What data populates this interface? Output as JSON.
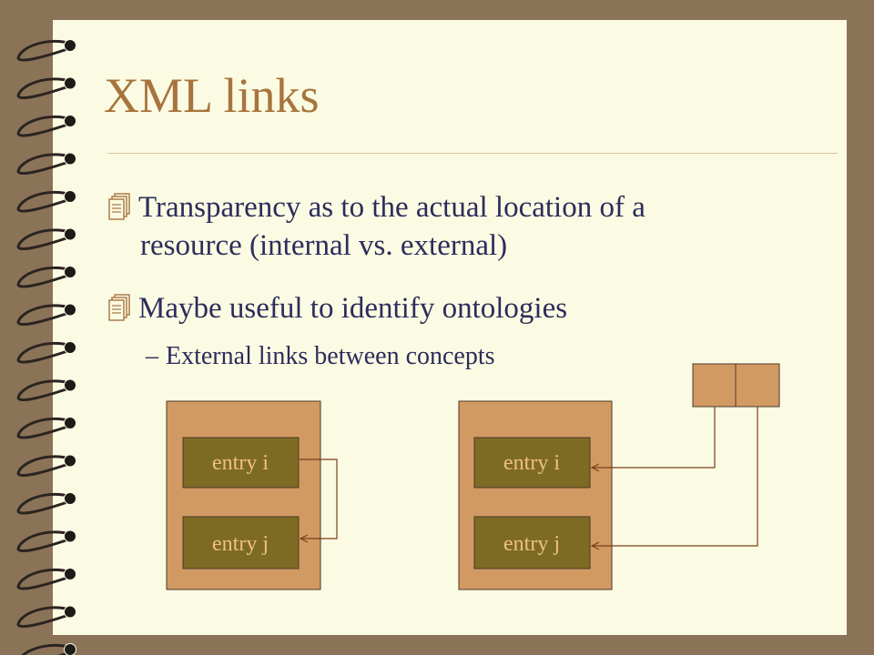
{
  "slide": {
    "title": "XML links",
    "bullets": [
      {
        "icon": "notebook-icon",
        "text_line1": "Transparency as to the actual location of a",
        "text_line2": "resource (internal vs. external)"
      },
      {
        "icon": "notebook-icon",
        "text_line1": "Maybe useful to identify ontologies"
      }
    ],
    "subbullet": {
      "dash": "–",
      "text": "External links between concepts"
    }
  },
  "diagram": {
    "left_box": {
      "entries": [
        "entry i",
        "entry j"
      ]
    },
    "right_box": {
      "entries": [
        "entry i",
        "entry j"
      ]
    }
  },
  "colors": {
    "background": "#8b7358",
    "page": "#fbfbe3",
    "title": "#a8743d",
    "text": "#2c2c5c",
    "container_fill": "#d29a63",
    "entry_fill": "#7d6b24",
    "entry_text": "#f0c080",
    "line": "#7a3f1a"
  }
}
